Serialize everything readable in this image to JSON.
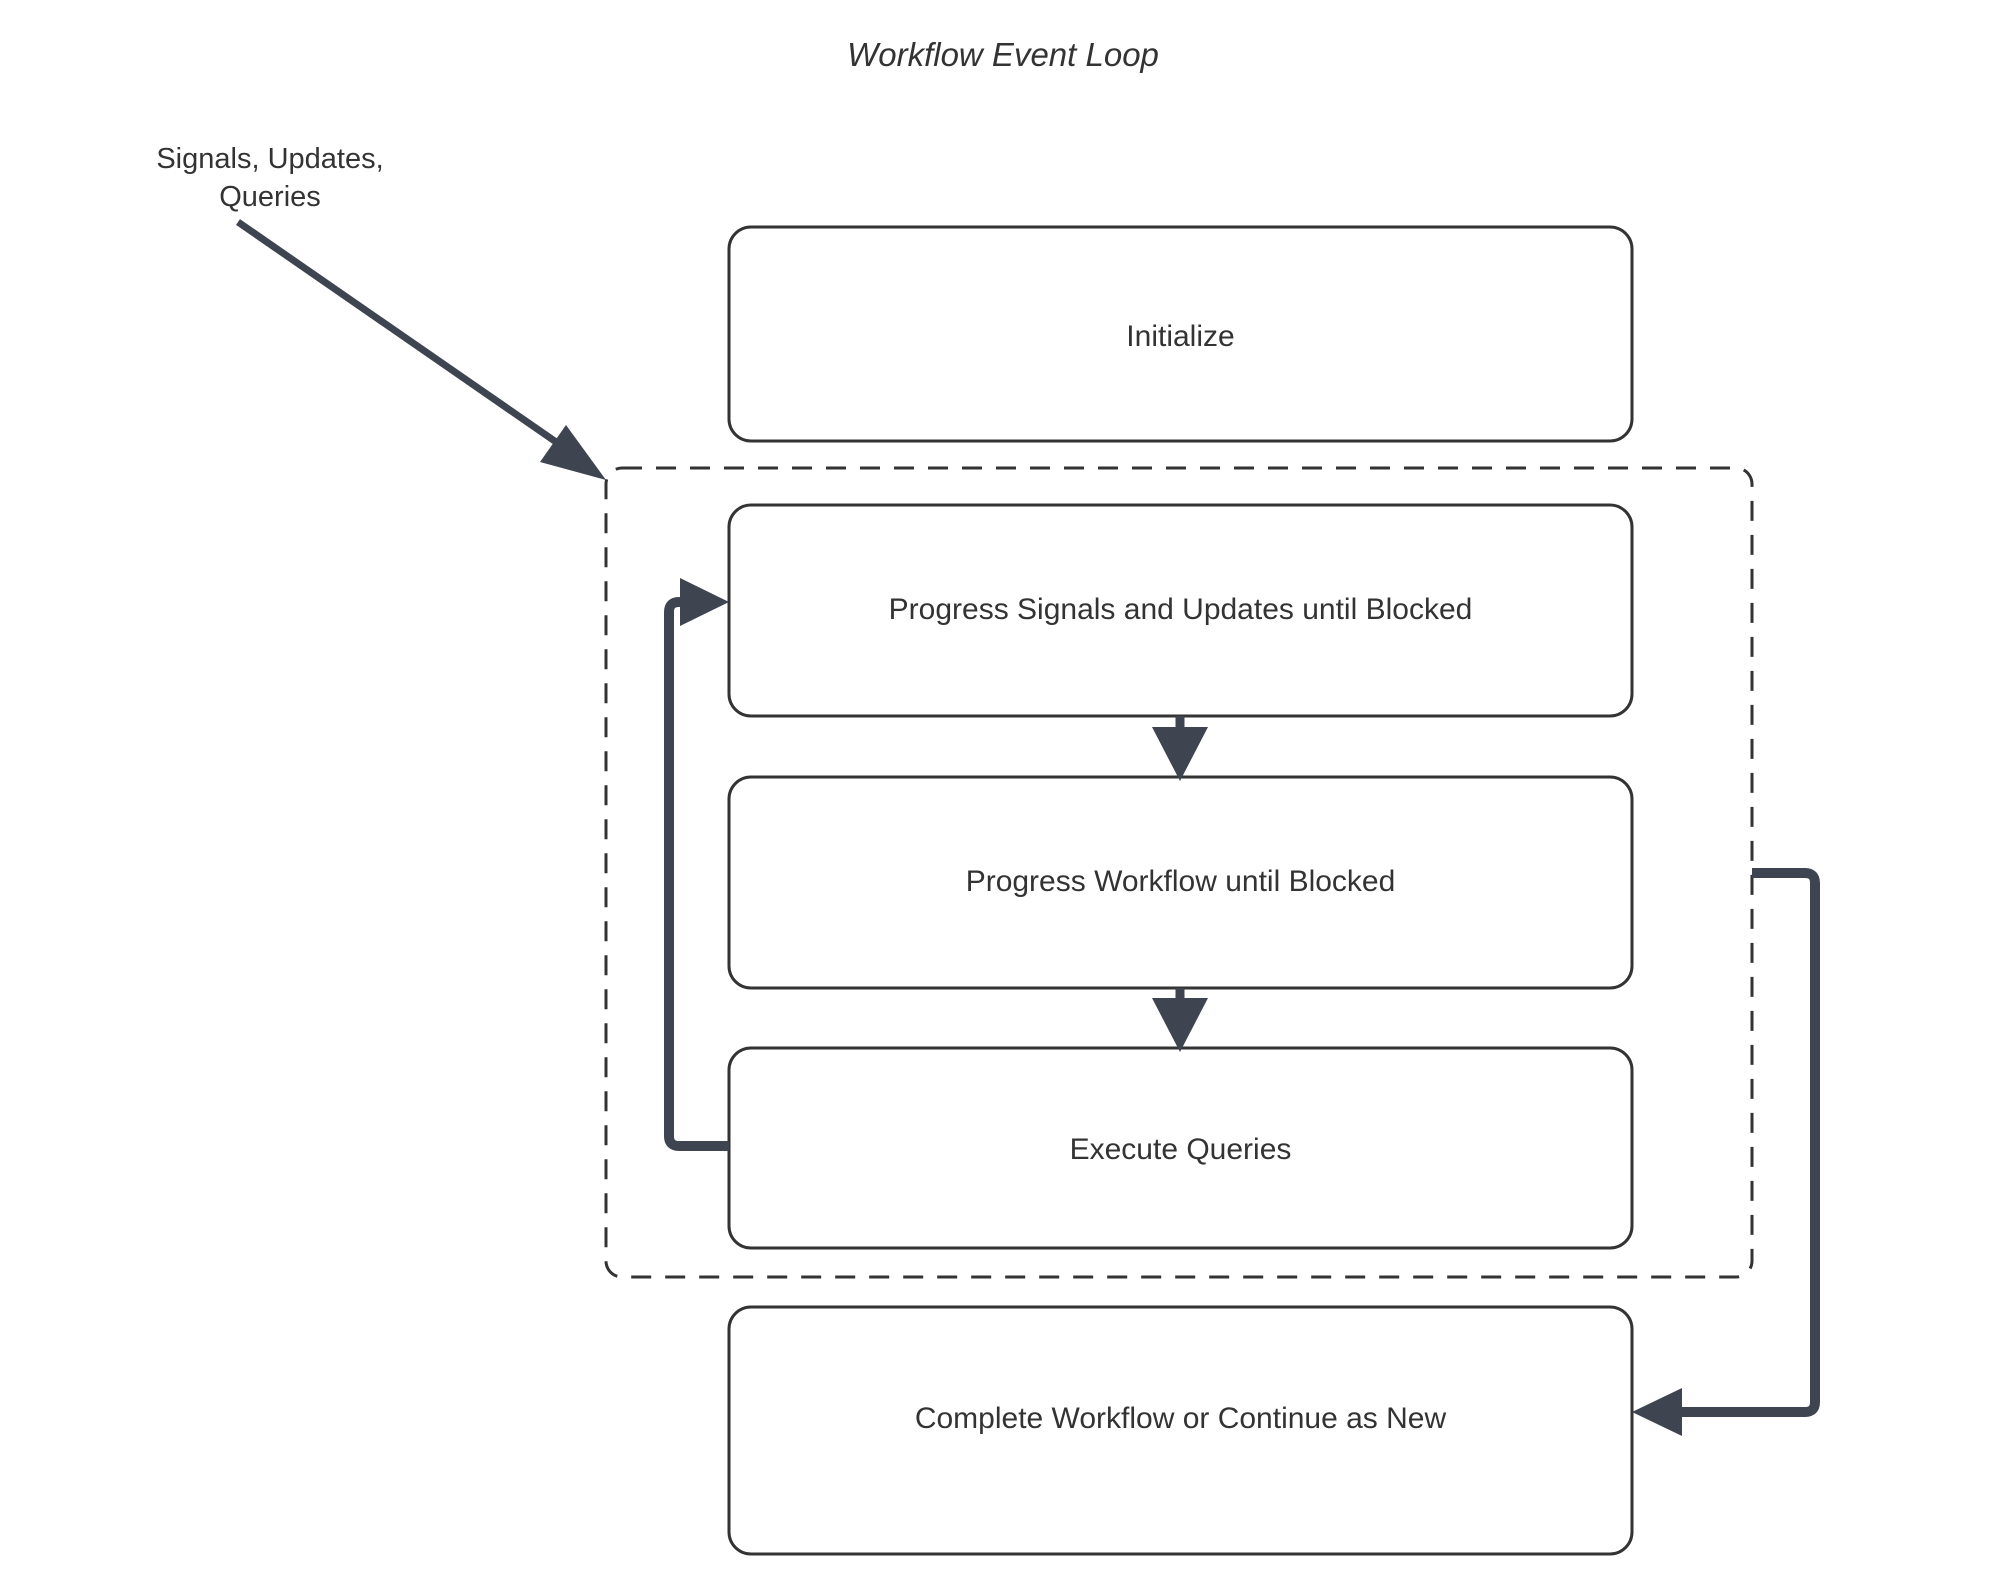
{
  "diagram": {
    "title": "Workflow Event Loop",
    "type": "flowchart",
    "colors": {
      "node_border": "#333333",
      "node_fill": "#ffffff",
      "text": "#333333",
      "thin_arrow": "#3f4550",
      "thick_arrow": "#3f4550",
      "dashed_border": "#333333",
      "background": "#ffffff"
    },
    "nodes": [
      {
        "id": "initialize",
        "label": "Initialize"
      },
      {
        "id": "progress-signals",
        "label": "Progress Signals and Updates until Blocked"
      },
      {
        "id": "progress-workflow",
        "label": "Progress Workflow until Blocked"
      },
      {
        "id": "execute-queries",
        "label": "Execute Queries"
      },
      {
        "id": "complete-workflow",
        "label": "Complete Workflow or Continue as New"
      }
    ],
    "groups": [
      {
        "id": "event-loop-group",
        "label": "",
        "style": "dashed"
      }
    ],
    "edges": [
      {
        "id": "external-input",
        "label": "Signals, Updates,\nQueries",
        "from": "external",
        "to": "event-loop-group",
        "style": "thin"
      },
      {
        "id": "signals-to-workflow",
        "label": "",
        "from": "progress-signals",
        "to": "progress-workflow",
        "style": "thin"
      },
      {
        "id": "workflow-to-queries",
        "label": "",
        "from": "progress-workflow",
        "to": "execute-queries",
        "style": "thin"
      },
      {
        "id": "queries-loop-back",
        "label": "",
        "from": "execute-queries",
        "to": "progress-signals",
        "style": "thick"
      },
      {
        "id": "loop-to-complete",
        "label": "",
        "from": "event-loop-group",
        "to": "complete-workflow",
        "style": "thick"
      }
    ]
  }
}
